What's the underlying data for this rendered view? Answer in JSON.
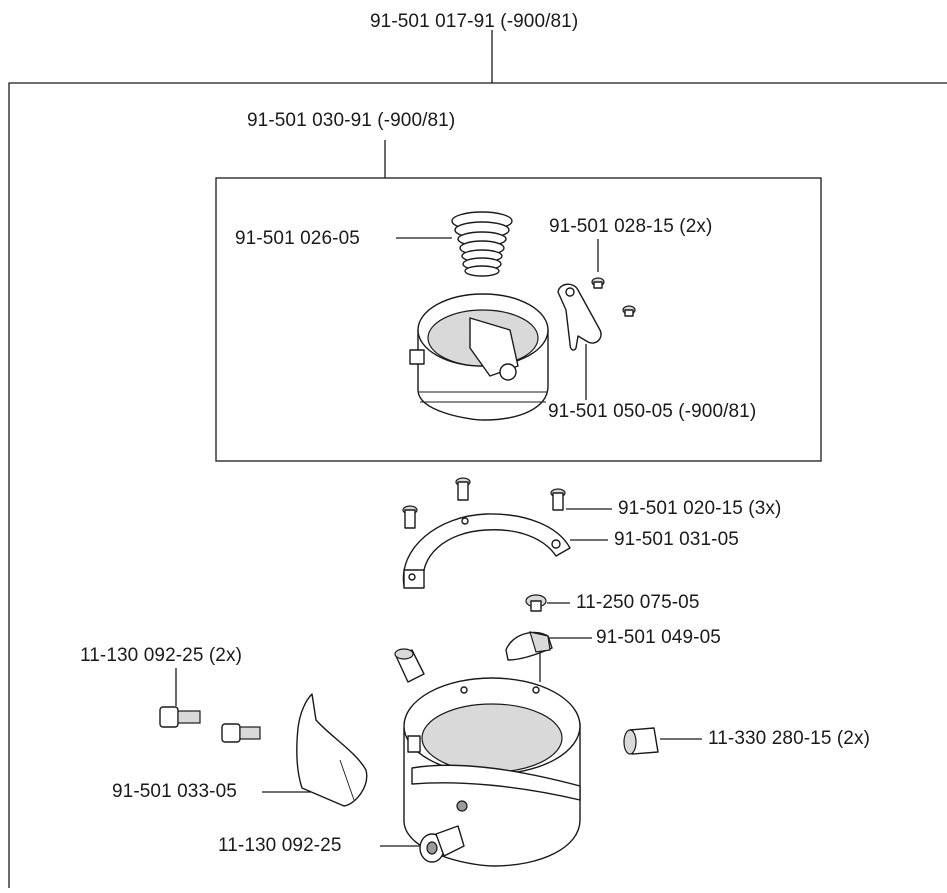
{
  "labels": {
    "top_assembly": "91-501 017-91 (-900/81)",
    "sub_assembly": "91-501 030-91 (-900/81)",
    "spring": "91-501 026-05",
    "screw_2x_small": "91-501 028-15 (2x)",
    "latch_plate": "91-501 050-05 (-900/81)",
    "screw_3x": "91-501 020-15 (3x)",
    "retainer_ring": "91-501 031-05",
    "screw_single": "11-250 075-05",
    "finger": "91-501 049-05",
    "screw_2x_large": "11-130 092-25 (2x)",
    "sleeve_2x": "11-330 280-15 (2x)",
    "guard": "91-501 033-05",
    "screw_bottom": "11-130 092-25"
  }
}
